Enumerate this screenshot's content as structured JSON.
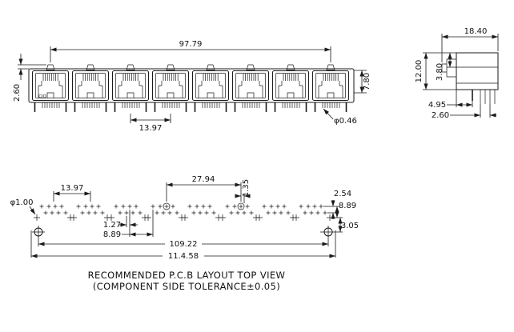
{
  "drawing": {
    "front_view": {
      "dim_width": "97.79",
      "dim_tab_height": "2.60",
      "dim_body_height": "7.80",
      "dim_pitch": "13.97",
      "dim_pin_dia": "φ0.46",
      "logo": "CJQ"
    },
    "side_view": {
      "dim_depth": "18.40",
      "dim_height": "12.00",
      "dim_inner_height": "3.80",
      "dim_pin_offset_front": "4.95",
      "dim_pin_pitch": "2.60"
    },
    "pcb_view": {
      "dim_pitch": "13.97",
      "dim_double_pitch": "27.94",
      "dim_row_offset": "1.35",
      "dim_2_54": "2.54",
      "dim_8_89_right": "8.89",
      "dim_3_05": "3.05",
      "dim_hole_dia": "φ1.00",
      "dim_1_27": "1.27",
      "dim_8_89_bottom": "8.89",
      "dim_mount_span": "109.22",
      "dim_overall": "11.4.58"
    },
    "caption": {
      "line1": "RECOMMENDED P.C.B LAYOUT TOP VIEW",
      "line2": "(COMPONENT SIDE TOLERANCE±0.05)"
    }
  }
}
